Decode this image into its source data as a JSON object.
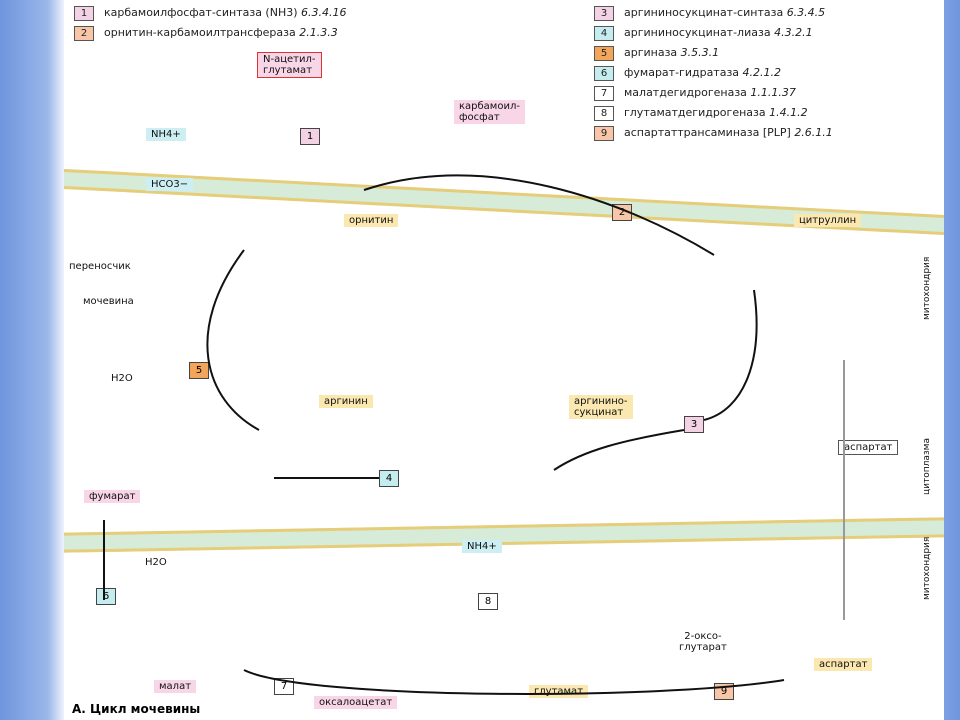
{
  "legend_left": [
    {
      "n": "1",
      "color": "#f3d2e6",
      "name": "карбамоилфосфат-синтаза (NH3)",
      "ec": "6.3.4.16"
    },
    {
      "n": "2",
      "color": "#f7c5a8",
      "name": "орнитин-карбамоилтрансфераза",
      "ec": "2.1.3.3"
    }
  ],
  "legend_right": [
    {
      "n": "3",
      "color": "#f3d2e6",
      "name": "аргининосукцинат-синтаза",
      "ec": "6.3.4.5"
    },
    {
      "n": "4",
      "color": "#c5ecee",
      "name": "аргининосукцинат-лиаза",
      "ec": "4.3.2.1"
    },
    {
      "n": "5",
      "color": "#f3a65a",
      "name": "аргиназа",
      "ec": "3.5.3.1"
    },
    {
      "n": "6",
      "color": "#c5ecee",
      "name": "фумарат-гидратаза",
      "ec": "4.2.1.2"
    },
    {
      "n": "7",
      "color": "#ffffff",
      "name": "малатдегидрогеназа",
      "ec": "1.1.1.37"
    },
    {
      "n": "8",
      "color": "#ffffff",
      "name": "глутаматдегидрогеназа",
      "ec": "1.4.1.2"
    },
    {
      "n": "9",
      "color": "#f7c5a8",
      "name": "аспартаттрансаминаза [PLP]",
      "ec": "2.6.1.1"
    }
  ],
  "labels": {
    "acetylglutamate": "N-ацетил-\nглутамат",
    "carbamoylphosphate": "карбамоил-\nфосфат",
    "ornithine": "орнитин",
    "citrulline": "цитруллин",
    "carrier": "переносчик",
    "urea": "мочевина",
    "arginine": "аргинин",
    "argsucc": "аргинино-\nсукцинат",
    "fumarate": "фумарат",
    "aspartate_top": "аспартат",
    "malate": "малат",
    "oxaloacetate": "оксалоацетат",
    "glutamate": "глутамат",
    "oxoglutarate": "2-оксо-\nглутарат",
    "aspartate_bottom": "аспартат",
    "mito1": "митохондрия",
    "cyto": "цитоплазма",
    "mito2": "митохондрия",
    "title": "А. Цикл мочевины",
    "nh4": "NH4+",
    "hco3": "HCO3−",
    "h2o_a": "H2O",
    "h2o_b": "H2O",
    "nh4_b": "NH4+"
  }
}
